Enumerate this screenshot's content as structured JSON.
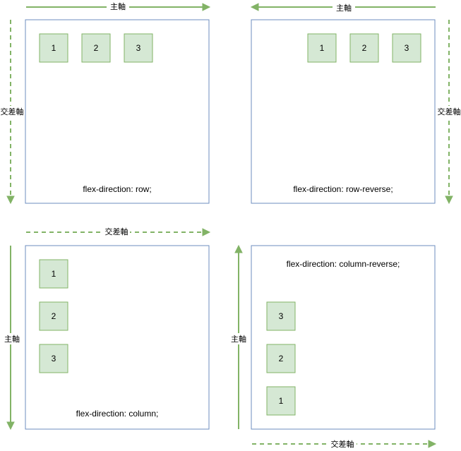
{
  "colors": {
    "panel_border": "#6c8ebf",
    "box_fill": "#d5e8d4",
    "box_border": "#82b366",
    "arrow": "#82b366"
  },
  "panels": [
    {
      "id": "row",
      "caption": "flex-direction: row;",
      "boxes": [
        "1",
        "2",
        "3"
      ],
      "main_axis": {
        "label": "主軸",
        "direction": "right",
        "style": "solid"
      },
      "cross_axis": {
        "label": "交差軸",
        "direction": "down",
        "style": "dashed"
      }
    },
    {
      "id": "row-reverse",
      "caption": "flex-direction: row-reverse;",
      "boxes": [
        "1",
        "2",
        "3"
      ],
      "main_axis": {
        "label": "主軸",
        "direction": "left",
        "style": "solid"
      },
      "cross_axis": {
        "label": "交差軸",
        "direction": "down",
        "style": "dashed"
      }
    },
    {
      "id": "column",
      "caption": "flex-direction: column;",
      "boxes": [
        "1",
        "2",
        "3"
      ],
      "main_axis": {
        "label": "主軸",
        "direction": "down",
        "style": "solid"
      },
      "cross_axis": {
        "label": "交差軸",
        "direction": "right",
        "style": "dashed"
      }
    },
    {
      "id": "column-reverse",
      "caption": "flex-direction: column-reverse;",
      "boxes": [
        "3",
        "2",
        "1"
      ],
      "main_axis": {
        "label": "主軸",
        "direction": "up",
        "style": "solid"
      },
      "cross_axis": {
        "label": "交差軸",
        "direction": "right",
        "style": "dashed"
      }
    }
  ]
}
